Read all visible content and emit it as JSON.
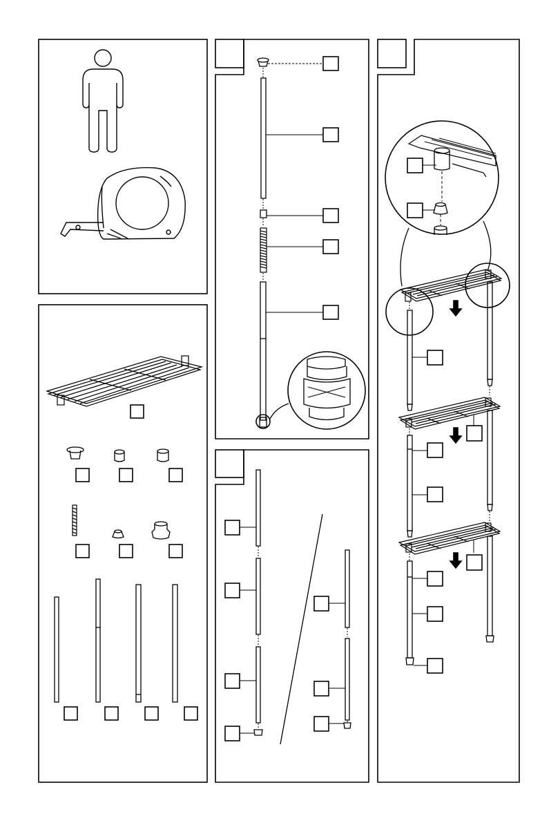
{
  "page": {
    "background": "#ffffff",
    "ink": "#000000",
    "figure_type": "assembly instruction sheet"
  },
  "panels": [
    {
      "id": "tools",
      "content": [
        "person-icon",
        "tape-measure-icon"
      ]
    },
    {
      "id": "parts",
      "content": [
        "wire-shelf",
        "foot-cap",
        "sleeve-small",
        "sleeve-large",
        "threaded-rod",
        "cone-sleeve",
        "leveling-foot",
        "pole-1",
        "pole-2",
        "pole-3",
        "pole-4"
      ]
    },
    {
      "id": "step-a",
      "content": [
        "top-cap",
        "pole-segment",
        "connector",
        "threaded-rod",
        "lower-pole",
        "detail-magnifier"
      ]
    },
    {
      "id": "step-b",
      "content": [
        "pole-assembly-left",
        "pole-assembly-right",
        "divider-line"
      ]
    },
    {
      "id": "step-c",
      "content": [
        "shelf-detail-magnifier",
        "shelf-1",
        "shelf-2",
        "shelf-3",
        "down-arrows"
      ]
    }
  ],
  "labels": {
    "step_panels_unlabeled": true,
    "callout_boxes": "blank"
  }
}
